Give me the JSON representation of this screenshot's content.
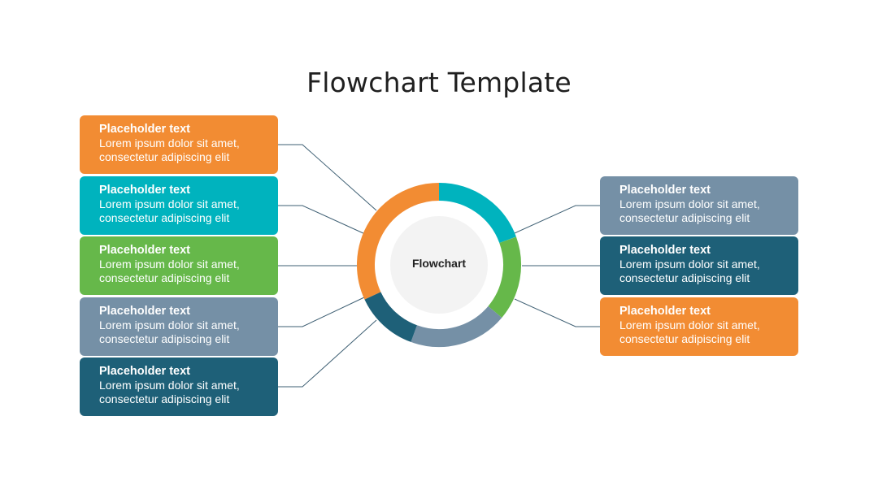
{
  "title": "Flowchart Template",
  "center": {
    "label": "Flowchart"
  },
  "colors": {
    "orange": "#f28c33",
    "teal": "#00b3be",
    "green": "#66b84a",
    "slate": "#7590a6",
    "navy": "#1e6078",
    "line": "#3e5f73",
    "inner": "#f3f3f3"
  },
  "left_items": [
    {
      "title": "Placeholder text",
      "line1": "Lorem ipsum dolor sit amet,",
      "line2": "consectetur adipiscing elit",
      "color": "orange"
    },
    {
      "title": "Placeholder text",
      "line1": "Lorem ipsum dolor sit amet,",
      "line2": "consectetur adipiscing elit",
      "color": "teal"
    },
    {
      "title": "Placeholder text",
      "line1": "Lorem ipsum dolor sit amet,",
      "line2": "consectetur adipiscing elit",
      "color": "green"
    },
    {
      "title": "Placeholder text",
      "line1": "Lorem ipsum dolor sit amet,",
      "line2": "consectetur adipiscing elit",
      "color": "slate"
    },
    {
      "title": "Placeholder text",
      "line1": "Lorem ipsum dolor sit amet,",
      "line2": "consectetur adipiscing elit",
      "color": "navy"
    }
  ],
  "right_items": [
    {
      "title": "Placeholder text",
      "line1": "Lorem ipsum dolor sit amet,",
      "line2": "consectetur adipiscing elit",
      "color": "slate"
    },
    {
      "title": "Placeholder text",
      "line1": "Lorem ipsum dolor sit amet,",
      "line2": "consectetur adipiscing elit",
      "color": "navy"
    },
    {
      "title": "Placeholder text",
      "line1": "Lorem ipsum dolor sit amet,",
      "line2": "consectetur adipiscing elit",
      "color": "orange"
    }
  ],
  "ring_segments": [
    {
      "color": "orange"
    },
    {
      "color": "teal"
    },
    {
      "color": "green"
    },
    {
      "color": "slate"
    },
    {
      "color": "navy"
    }
  ]
}
